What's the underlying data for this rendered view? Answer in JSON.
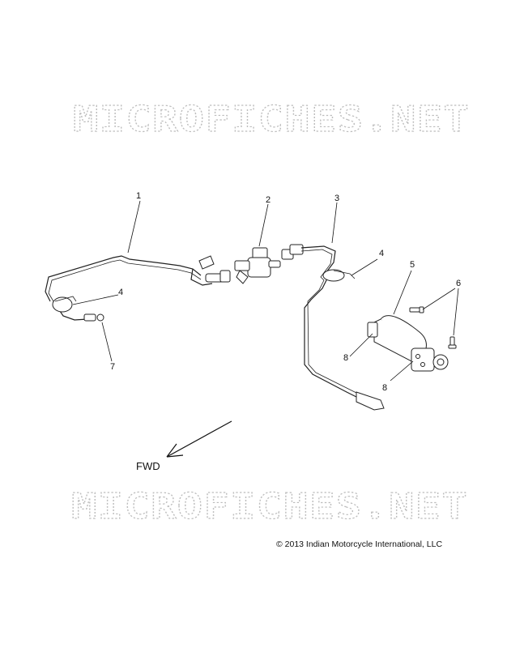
{
  "watermarks": [
    "MICROFICHES.NET",
    "MICROFICHES.NET"
  ],
  "callouts": [
    {
      "id": "1",
      "label": "1"
    },
    {
      "id": "2",
      "label": "2"
    },
    {
      "id": "3",
      "label": "3"
    },
    {
      "id": "4a",
      "label": "4"
    },
    {
      "id": "4b",
      "label": "4"
    },
    {
      "id": "5",
      "label": "5"
    },
    {
      "id": "6",
      "label": "6"
    },
    {
      "id": "7",
      "label": "7"
    },
    {
      "id": "8a",
      "label": "8"
    },
    {
      "id": "8b",
      "label": "8"
    }
  ],
  "direction_label": "FWD",
  "copyright": "© 2013 Indian Motorcycle International, LLC"
}
